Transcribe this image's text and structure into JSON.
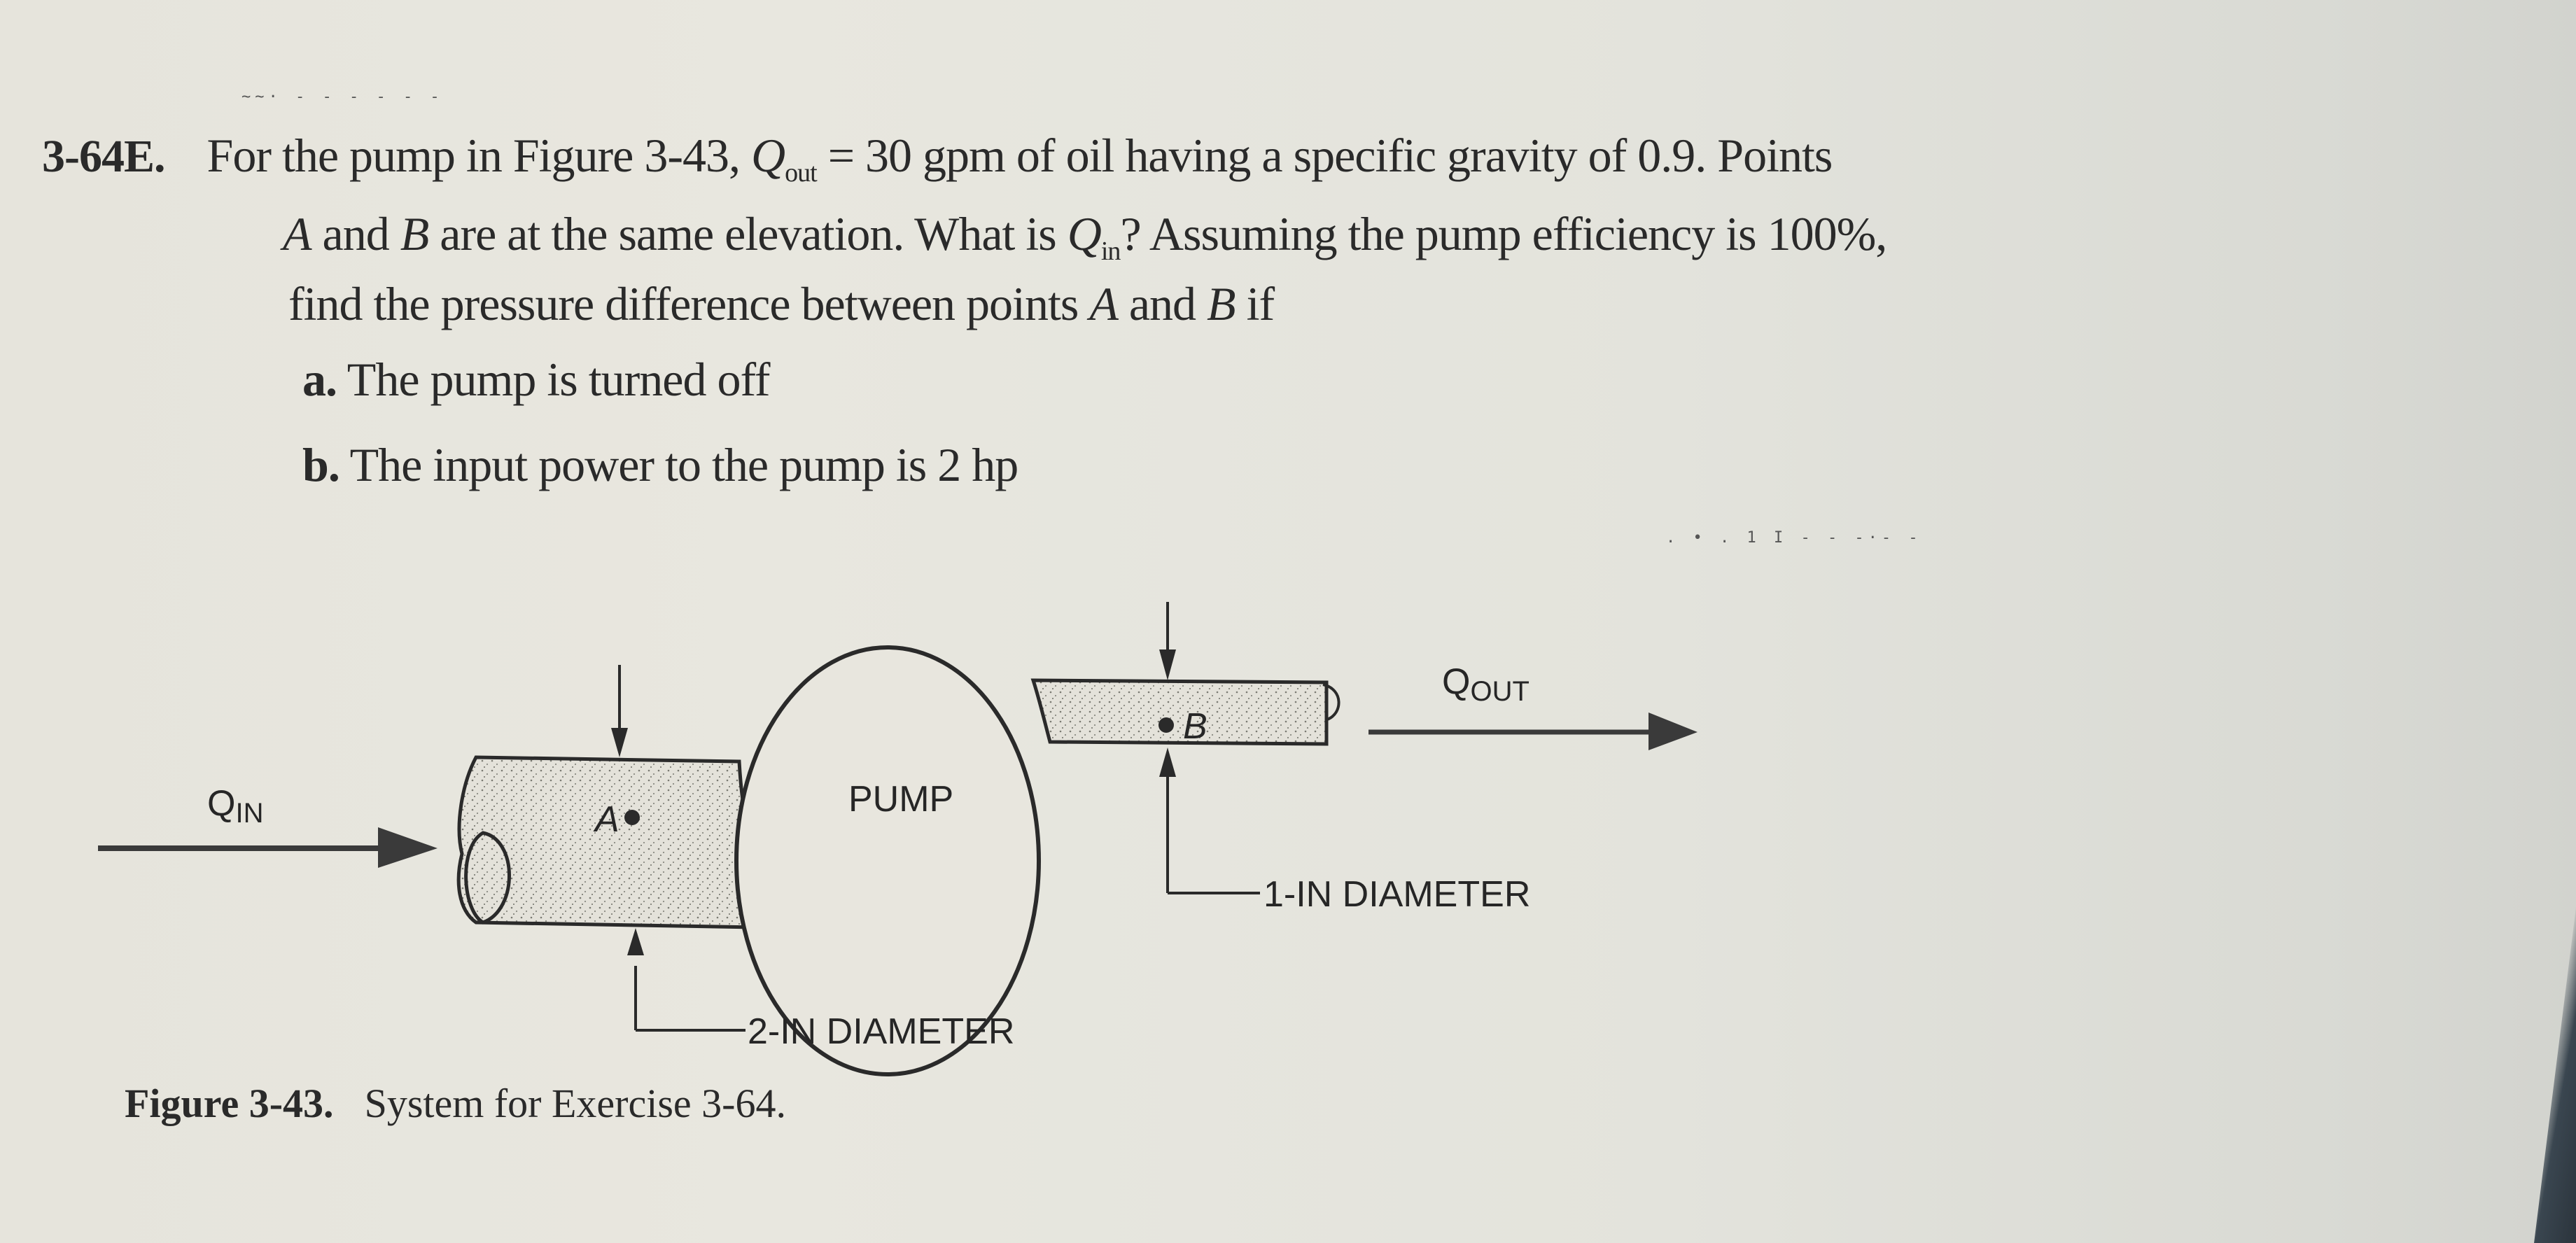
{
  "page": {
    "background_color": "#e6e4dc",
    "ink_color": "#2a2a2a",
    "header_marks": "~~·  - - - - - -",
    "stray_marks": ".     • .     1    I      - - -·- -"
  },
  "problem": {
    "number": "3-64E.",
    "lines": [
      {
        "pre": "For the pump in Figure 3-43, ",
        "sym": "Q",
        "sub": "out",
        "post": " = 30 gpm of oil having a specific gravity of 0.9. Points"
      },
      {
        "a": "A",
        "mid": " and ",
        "b": "B",
        "post1": " are at the same elevation. What is ",
        "sym": "Q",
        "sub": "in",
        "post2": "? Assuming the pump efficiency is 100%,"
      },
      {
        "pre": "find the pressure difference between points ",
        "a": "A",
        "mid": " and ",
        "b": "B",
        "post": " if"
      }
    ],
    "items": [
      {
        "label": "a.",
        "text": "The pump is turned off"
      },
      {
        "label": "b.",
        "text": "The input power to the pump is 2 hp"
      }
    ],
    "given": {
      "Q_out_gpm": 30,
      "specific_gravity": 0.9,
      "pump_efficiency_percent": 100,
      "input_power_hp": 2
    }
  },
  "figure": {
    "labels": {
      "q_in_main": "Q",
      "q_in_sub": "IN",
      "q_out_main": "Q",
      "q_out_sub": "OUT",
      "pump": "PUMP",
      "point_a": "A",
      "point_b": "B",
      "inlet_diameter": "2-IN DIAMETER",
      "outlet_diameter": "1-IN DIAMETER"
    },
    "caption_number": "Figure 3-43.",
    "caption_text": "System for Exercise 3-64."
  }
}
